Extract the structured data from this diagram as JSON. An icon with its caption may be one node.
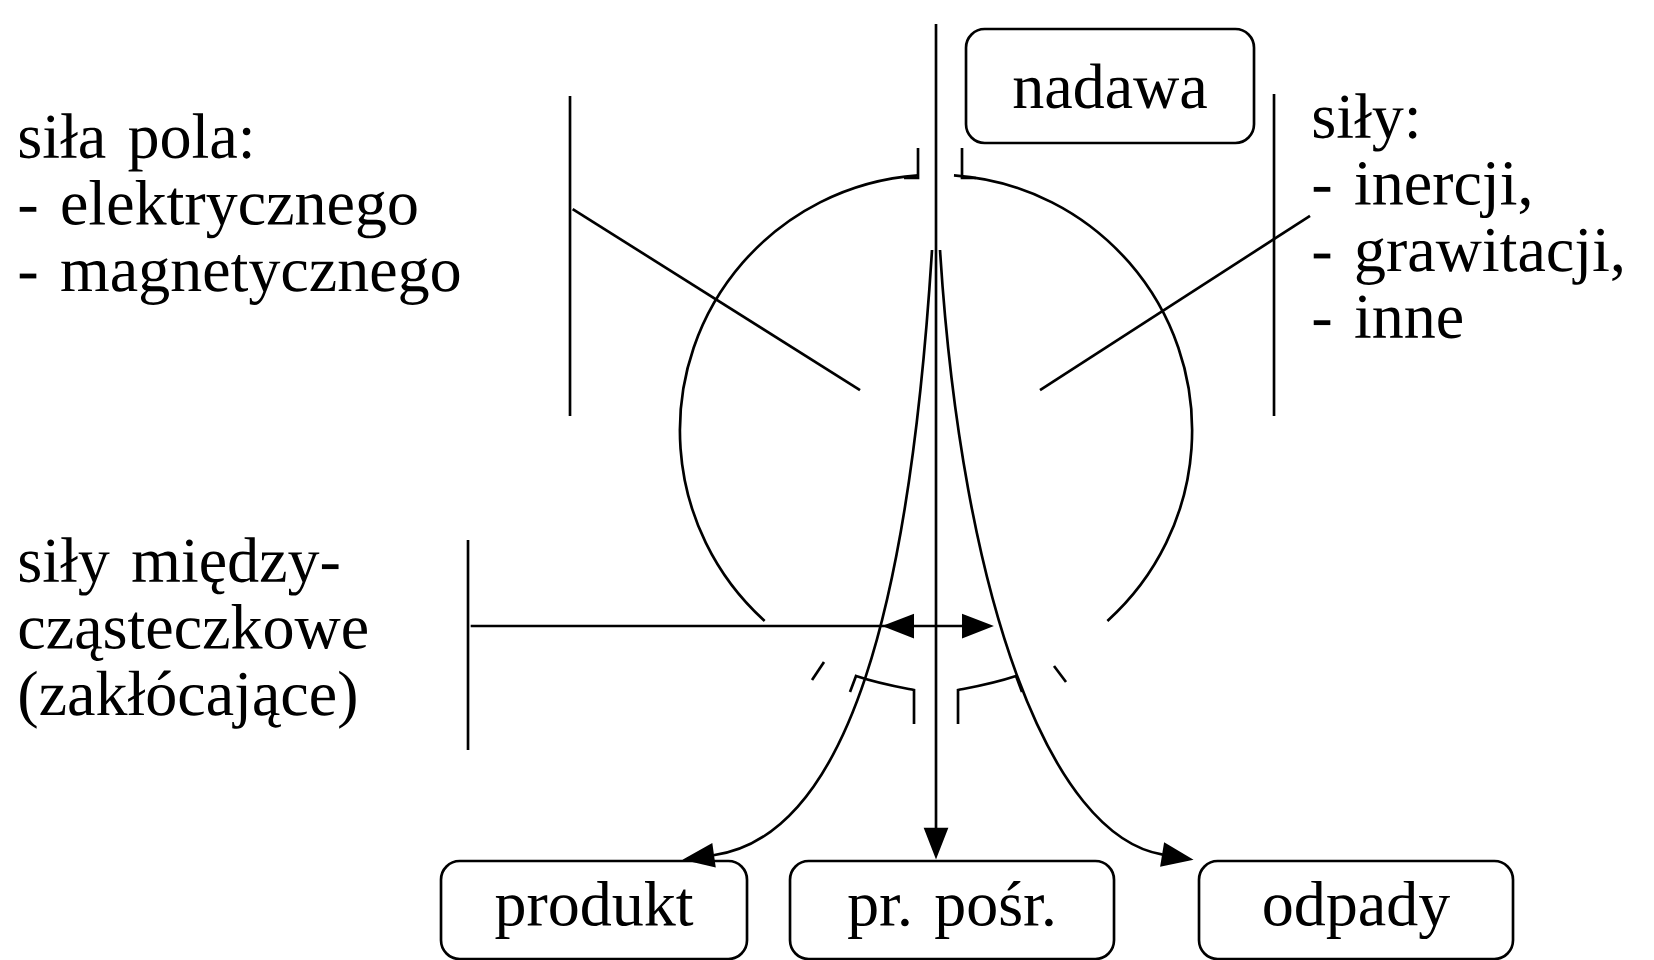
{
  "diagram": {
    "nodes": [
      {
        "text": [
          "nadawa"
        ]
      },
      {
        "text": [],
        "shape": "circle"
      },
      {
        "text": [
          "siła pola:",
          "- elektrycznego",
          "- magnetycznego"
        ]
      },
      {
        "text": [
          "siły:",
          "- inercji,",
          "- grawitacji,",
          "- inne"
        ]
      },
      {
        "text": [
          "siły między- cząsteczkowe (zakłócające)"
        ]
      },
      {
        "text": [
          "produkt"
        ]
      },
      {
        "text": [
          "pr. pośr."
        ]
      },
      {
        "text": [
          "odpady"
        ]
      }
    ],
    "edges": [
      {
        "from": null,
        "to": 6,
        "arrow": "to"
      },
      {
        "from": 1,
        "to": 5,
        "arrow": "to"
      },
      {
        "from": 1,
        "to": 7,
        "arrow": "to"
      },
      {
        "from": 2,
        "to": 1,
        "arrow": "none"
      },
      {
        "from": 3,
        "to": 1,
        "arrow": "none"
      },
      {
        "from": 4,
        "to": 1,
        "arrow": "to"
      }
    ]
  }
}
